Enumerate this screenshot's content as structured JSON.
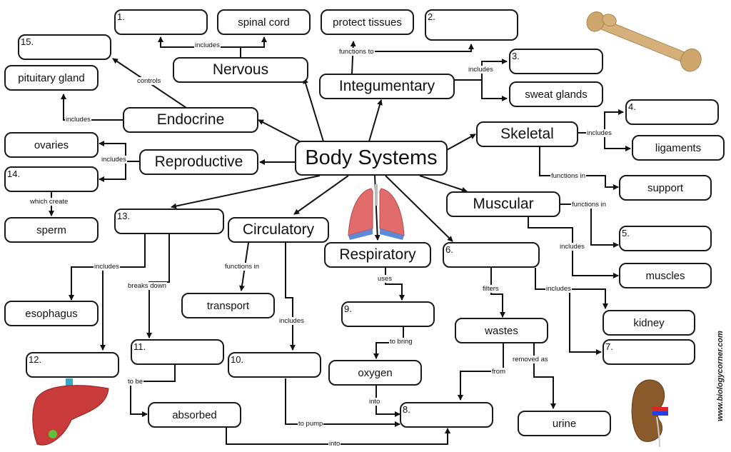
{
  "center": "Body Systems",
  "systems": {
    "nervous": "Nervous",
    "integumentary": "Integumentary",
    "endocrine": "Endocrine",
    "skeletal": "Skeletal",
    "reproductive": "Reproductive",
    "muscular": "Muscular",
    "circulatory": "Circulatory",
    "respiratory": "Respiratory"
  },
  "nodes": {
    "spinal_cord": "spinal cord",
    "protect_tissues": "protect tissues",
    "pituitary_gland": "pituitary gland",
    "sweat_glands": "sweat glands",
    "ovaries": "ovaries",
    "ligaments": "ligaments",
    "sperm": "sperm",
    "support": "support",
    "muscles": "muscles",
    "esophagus": "esophagus",
    "transport": "transport",
    "kidney": "kidney",
    "wastes": "wastes",
    "oxygen": "oxygen",
    "absorbed": "absorbed",
    "urine": "urine"
  },
  "blanks": {
    "b1": "1.",
    "b2": "2.",
    "b3": "3.",
    "b4": "4.",
    "b5": "5.",
    "b6": "6.",
    "b7": "7.",
    "b8": "8.",
    "b9": "9.",
    "b10": "10.",
    "b11": "11.",
    "b12": "12.",
    "b13": "13.",
    "b14": "14.",
    "b15": "15."
  },
  "links": {
    "includes": "includes",
    "controls": "controls",
    "functions_to": "functions to",
    "functions_in": "functions in",
    "which_create": "which create",
    "breaks_down": "breaks down",
    "uses": "uses",
    "filters": "filters",
    "to_bring": "to bring",
    "to_be": "to be",
    "removed_as": "removed as",
    "from": "from",
    "into": "into",
    "to_pump": "to pump"
  },
  "watermark": "www.biologycorner.com",
  "images": [
    "bone-femur",
    "lungs",
    "liver",
    "kidney"
  ]
}
